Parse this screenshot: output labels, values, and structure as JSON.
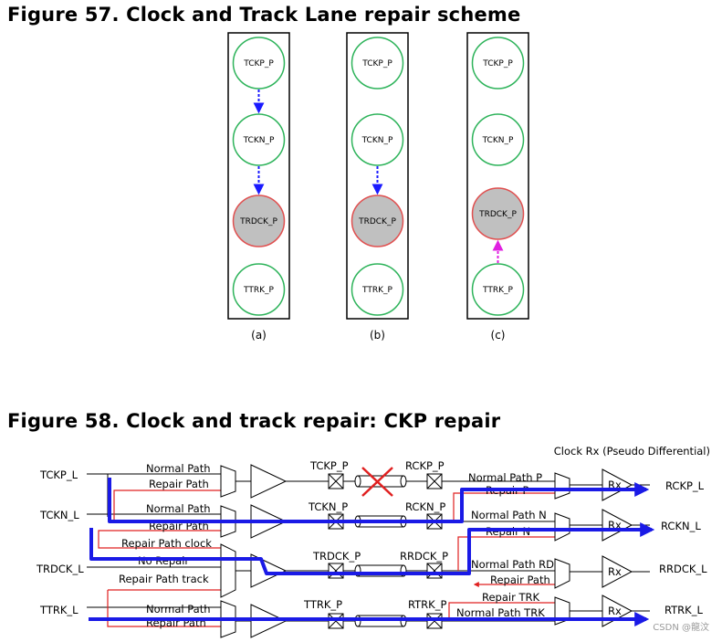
{
  "figure57": {
    "title": "Figure 57.  Clock and Track Lane repair scheme",
    "panels": [
      {
        "caption": "(a)",
        "nodes": [
          "TCKP_P",
          "TCKN_P",
          "TRDCK_P",
          "TTRK_P"
        ]
      },
      {
        "caption": "(b)",
        "nodes": [
          "TCKP_P",
          "TCKN_P",
          "TRDCK_P",
          "TTRK_P"
        ]
      },
      {
        "caption": "(c)",
        "nodes": [
          "TCKP_P",
          "TCKN_P",
          "TRDCK_P",
          "TTRK_P"
        ]
      }
    ]
  },
  "figure58": {
    "title": "Figure 58.  Clock and track repair: CKP repair",
    "rx_title": "Clock Rx (Pseudo Differential)",
    "left_signals": [
      "TCKP_L",
      "TCKN_L",
      "TRDCK_L",
      "TTRK_L"
    ],
    "tx_path_labels": [
      "Normal Path",
      "Repair Path",
      "Normal Path",
      "Repair Path",
      "Repair Path clock",
      "No Repair",
      "Repair Path track",
      "Normal Path",
      "Repair Path"
    ],
    "tx_pads": [
      "TCKP_P",
      "TCKN_P",
      "TRDCK_P",
      "TTRK_P"
    ],
    "rx_pads": [
      "RCKP_P",
      "RCKN_P",
      "RRDCK_P",
      "RTRK_P"
    ],
    "rx_path_labels": [
      "Normal Path P",
      "Repair P",
      "Normal Path N",
      "Repair N",
      "Normal Path RD",
      "Repair Path",
      "Repair TRK",
      "Normal Path TRK"
    ],
    "rx_block_label": "Rx",
    "right_signals": [
      "RCKP_L",
      "RCKN_L",
      "RRDCK_L",
      "RTRK_L"
    ]
  },
  "watermark": "CSDN @龍汶",
  "colors": {
    "normal_node": "#2db35a",
    "failed_node_border": "#e05050",
    "failed_node_fill": "#c0c0c0",
    "repair_arrow": "#1a1aff",
    "reverse_arrow": "#e020e0",
    "repair_path": "#e02020",
    "fail_mark": "#e02020",
    "active_route": "#1a1ae6"
  }
}
